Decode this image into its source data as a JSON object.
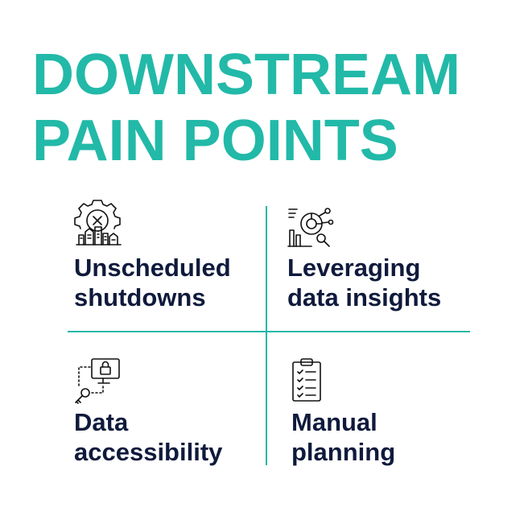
{
  "title": {
    "line1": "DOWNSTREAM",
    "line2": "PAIN POINTS"
  },
  "colors": {
    "accent": "#22b9a8",
    "text": "#0f1a3c",
    "background": "#ffffff"
  },
  "items": [
    {
      "line1": "Unscheduled",
      "line2": "shutdowns",
      "icon": "factory-gear-icon"
    },
    {
      "line1": "Leveraging",
      "line2": "data insights",
      "icon": "data-analytics-icon"
    },
    {
      "line1": "Data",
      "line2": "accessibility",
      "icon": "key-computer-lock-icon"
    },
    {
      "line1": "Manual",
      "line2": "planning",
      "icon": "clipboard-checklist-icon"
    }
  ]
}
